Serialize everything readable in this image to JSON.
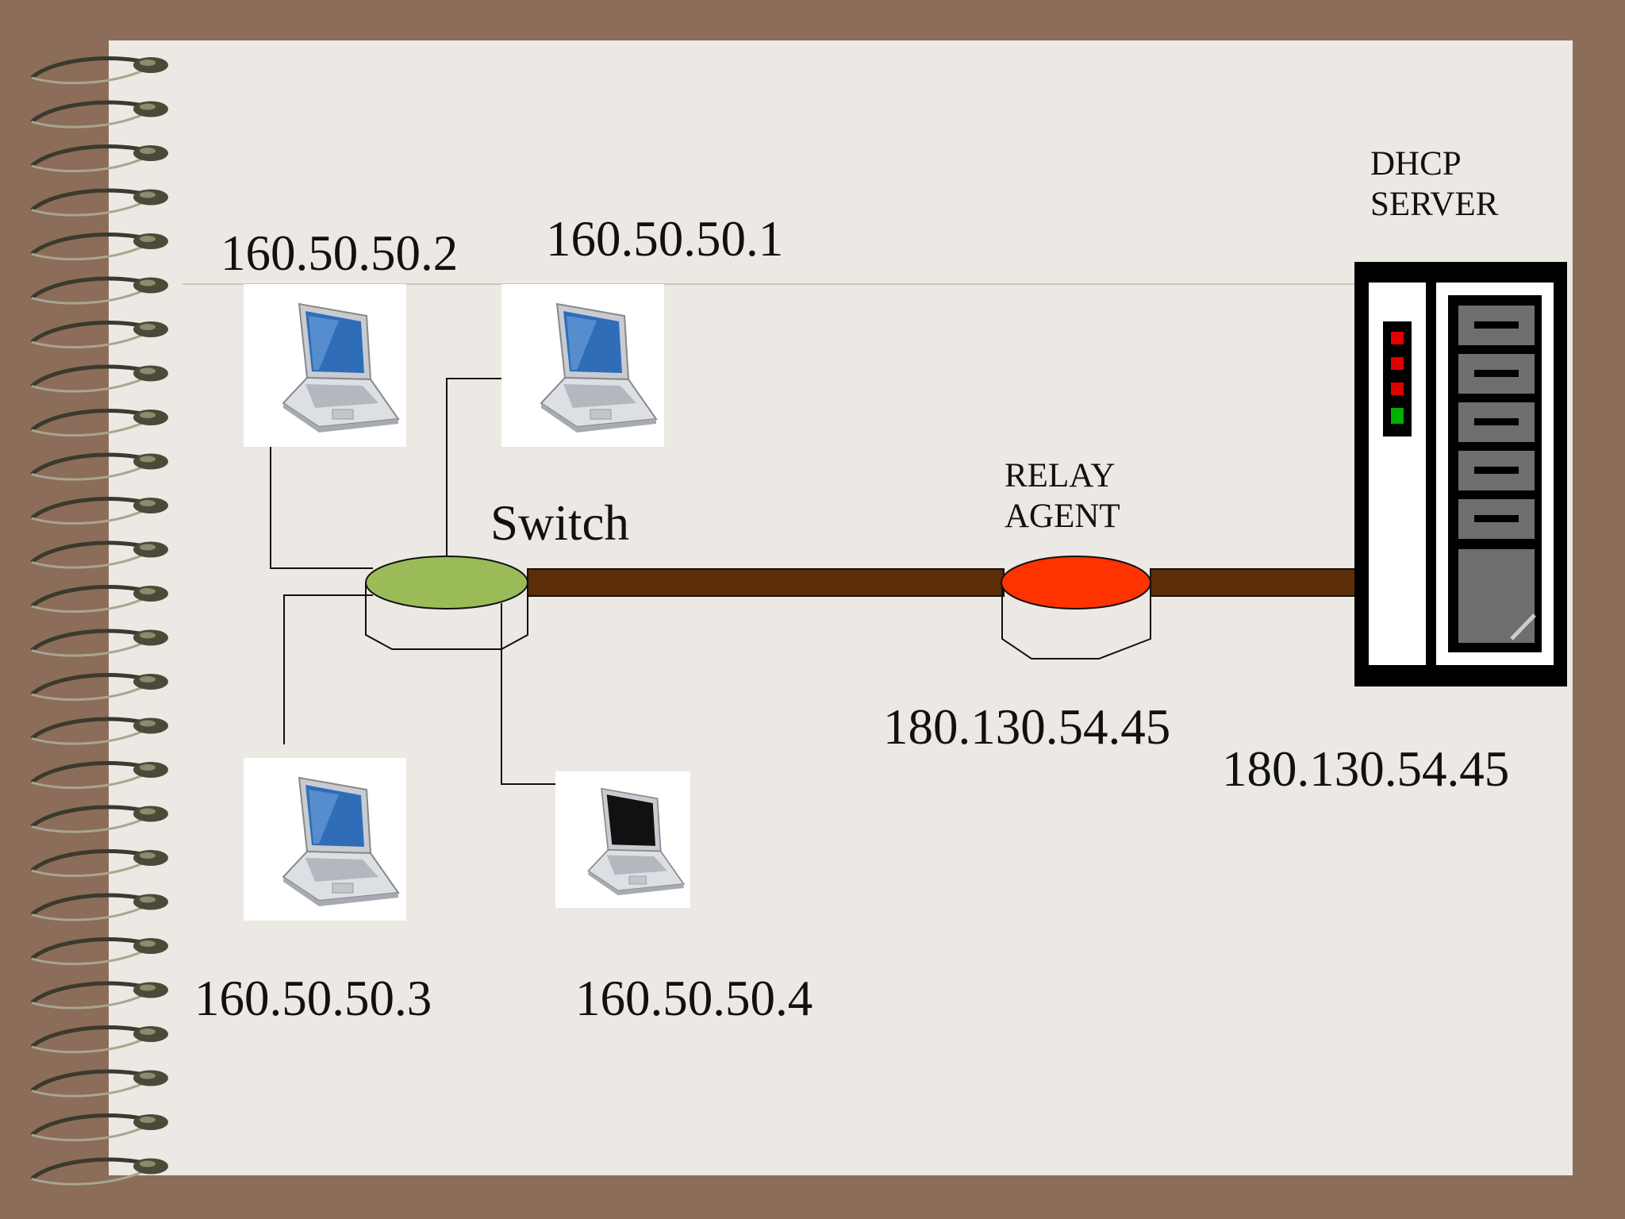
{
  "diagram": {
    "clients": [
      {
        "ip": "160.50.50.2",
        "icon": "laptop-icon"
      },
      {
        "ip": "160.50.50.1",
        "icon": "laptop-icon"
      },
      {
        "ip": "160.50.50.3",
        "icon": "laptop-icon"
      },
      {
        "ip": "160.50.50.4",
        "icon": "laptop-dark-screen-icon"
      }
    ],
    "switch": {
      "label": "Switch",
      "color": "#9bbb59"
    },
    "relay_agent": {
      "label_line1": "RELAY",
      "label_line2": "AGENT",
      "ip": "180.130.54.45",
      "color": "#ff3300"
    },
    "dhcp_server": {
      "label_line1": "DHCP",
      "label_line2": "SERVER",
      "ip": "180.130.54.45"
    },
    "colors": {
      "background": "#8c6d5a",
      "page": "#ece8e3",
      "link": "#5c2e0a",
      "led_red": "#e00000",
      "led_green": "#00b000"
    }
  }
}
